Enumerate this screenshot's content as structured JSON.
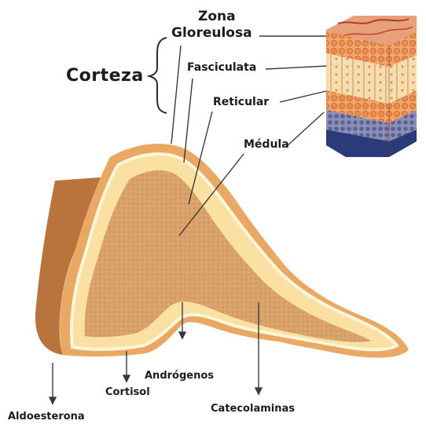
{
  "labels": {
    "corteza": "Corteza",
    "zona": "Zona",
    "glomerulosa": "Gloreulosa",
    "fasciculata": "Fasciculata",
    "reticular": "Reticular",
    "medula": "Médula",
    "aldosterona": "Aldoesterona",
    "cortisol": "Cortisol",
    "androgenos": "Andrógenos",
    "catecolaminas": "Catecolaminas"
  },
  "colors": {
    "capsule_dark": "#c8884a",
    "cortex_outer": "#f0be74",
    "cortex_edge": "#fff3cf",
    "medulla": "#d9a26a",
    "leader_lines": "#3a3a3a"
  }
}
